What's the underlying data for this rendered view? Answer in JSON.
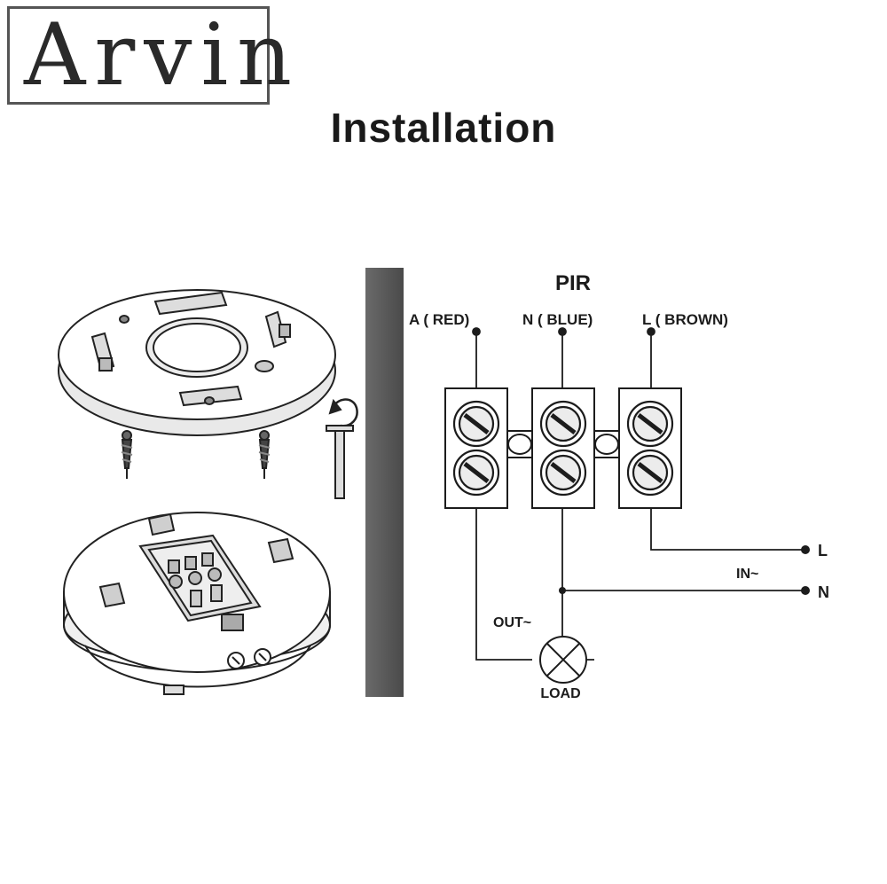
{
  "brand": {
    "logo_text": "Arvin"
  },
  "page": {
    "title": "Installation"
  },
  "wiring": {
    "device_label": "PIR",
    "terminals": [
      {
        "label": "A ( RED)"
      },
      {
        "label": "N ( BLUE)"
      },
      {
        "label": "L ( BROWN)"
      }
    ],
    "input_label": "IN~",
    "line_label": "L",
    "neutral_label": "N",
    "output_label": "OUT~",
    "load_label": "LOAD"
  }
}
